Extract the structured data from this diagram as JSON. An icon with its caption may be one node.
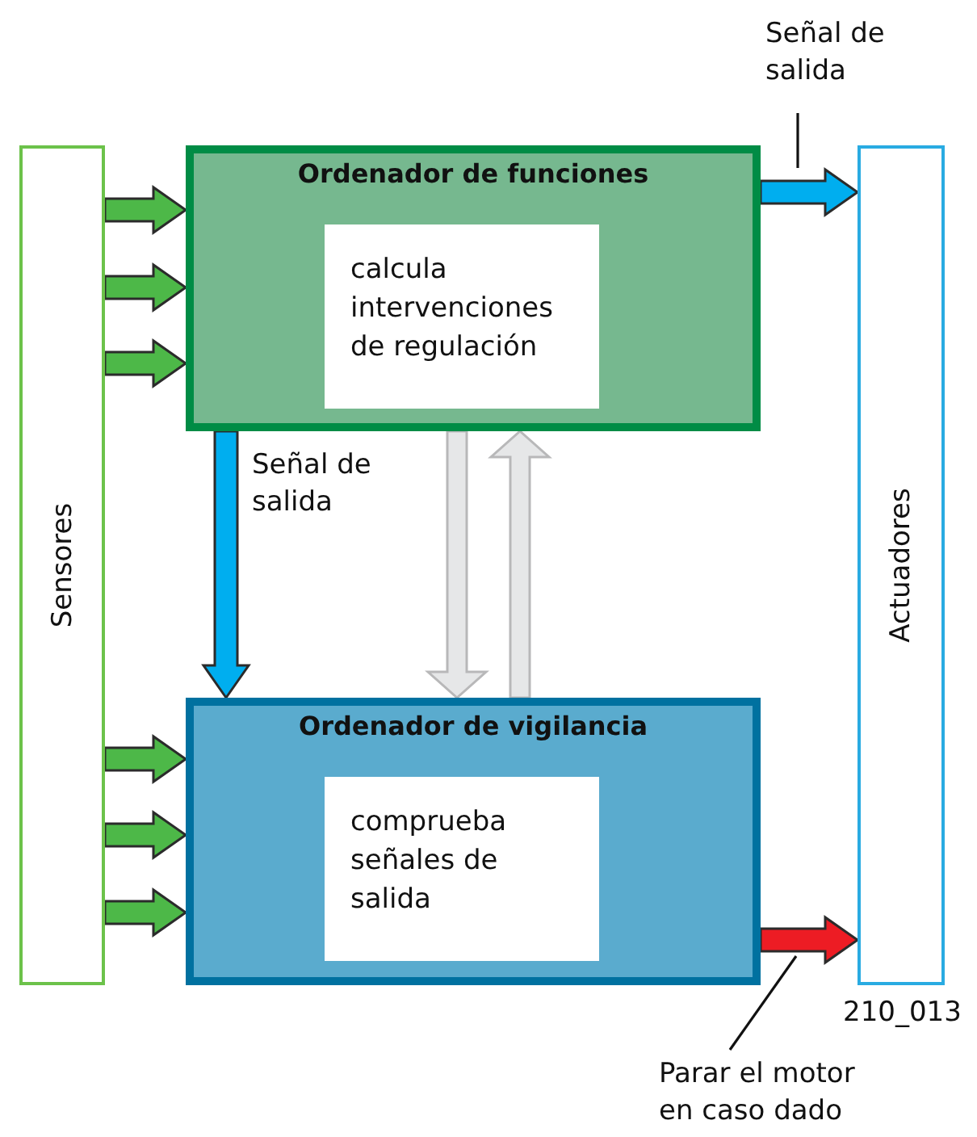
{
  "diagram": {
    "nodes": [
      {
        "text": [
          "Sensores"
        ]
      },
      {
        "text": [
          "Ordenador de funciones"
        ]
      },
      {
        "text": [
          "calcula intervenciones de regulación"
        ],
        "in": 1
      },
      {
        "text": [
          "Ordenador de vigilancia"
        ]
      },
      {
        "text": [
          "comprueba señales de salida"
        ],
        "in": 3
      },
      {
        "text": [
          "Actuadores"
        ]
      },
      {
        "text": [
          "Señal de salida"
        ]
      },
      {
        "text": [
          "Parar el motor en caso dado"
        ]
      }
    ],
    "edges": [
      {
        "from": 0,
        "to": 1,
        "arrow": "to",
        "style": "thick"
      },
      {
        "from": 0,
        "to": 1,
        "arrow": "to",
        "style": "thick"
      },
      {
        "from": 0,
        "to": 1,
        "arrow": "to",
        "style": "thick"
      },
      {
        "from": 1,
        "to": 5,
        "arrow": "to",
        "style": "thick",
        "color": "#00aeef"
      },
      {
        "from": 1,
        "to": 3,
        "label": "Señal de salida",
        "arrow": "to",
        "style": "thick",
        "color": "#00aeef"
      },
      {
        "from": 1,
        "to": 3,
        "arrow": "to",
        "style": "thick",
        "color": "#e6e7e8"
      },
      {
        "from": 3,
        "to": 1,
        "arrow": "to",
        "style": "thick",
        "color": "#e6e7e8"
      },
      {
        "from": 0,
        "to": 3,
        "arrow": "to",
        "style": "thick"
      },
      {
        "from": 0,
        "to": 3,
        "arrow": "to",
        "style": "thick"
      },
      {
        "from": 0,
        "to": 3,
        "arrow": "to",
        "style": "thick"
      },
      {
        "from": 3,
        "to": 5,
        "arrow": "to",
        "style": "thick",
        "color": "#ed1c24"
      },
      {
        "from": 6,
        "to": null,
        "arrow": "none"
      },
      {
        "from": 7,
        "to": null,
        "arrow": "none"
      }
    ],
    "labels": [
      "210_013"
    ]
  }
}
